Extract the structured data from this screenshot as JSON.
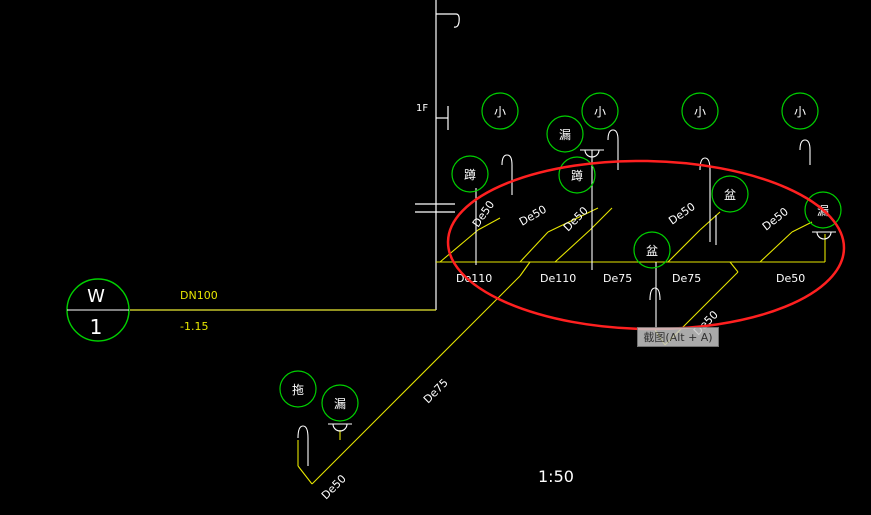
{
  "drawing": {
    "floor_label": "1F",
    "main_pipe_label": "DN100",
    "main_pipe_level": "-1.15",
    "riser_letter": "W",
    "riser_number": "1",
    "scale": "1:50",
    "tooltip": "截图(Alt + A)",
    "pipe_labels": [
      "De50",
      "De50",
      "De50",
      "De50",
      "De50",
      "De110",
      "De110",
      "De75",
      "De75",
      "De50",
      "De50",
      "De75",
      "De50"
    ],
    "fixture_labels": [
      "小",
      "小",
      "小",
      "小",
      "漏",
      "蹲",
      "蹲",
      "盆",
      "盆",
      "漏",
      "拖",
      "漏"
    ],
    "colors": {
      "background": "#000000",
      "building_line": "#ffffff",
      "pipe": "#e6e600",
      "fixture_circle": "#00d000",
      "riser_circle": "#00d000",
      "text": "#ffffff",
      "annotation_yellow": "#e6e600",
      "highlight_ellipse": "#ff2020"
    }
  }
}
